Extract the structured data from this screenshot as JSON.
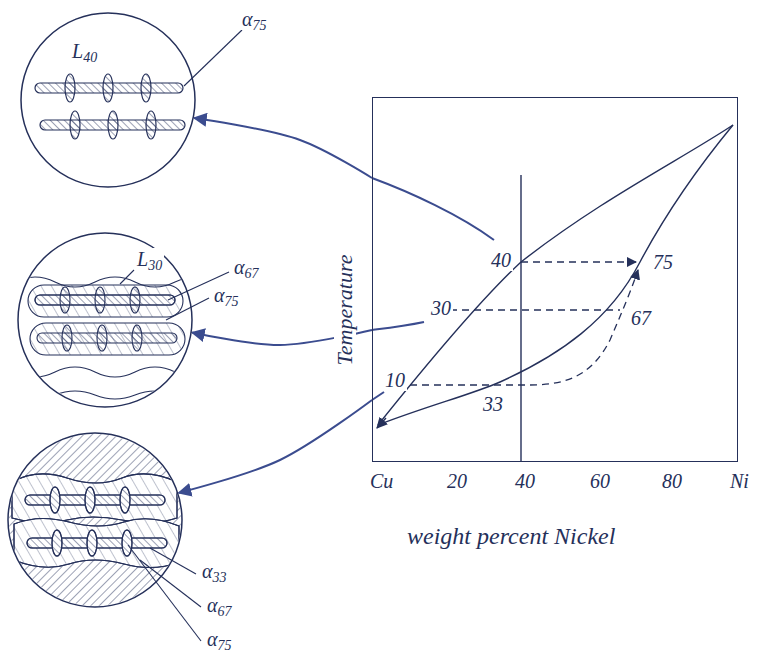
{
  "diagram": {
    "nodes": [
      {
        "text": [
          "40",
          "75",
          "30",
          "67",
          "10",
          "33"
        ]
      },
      {
        "text": [
          "L40",
          "α75"
        ]
      },
      {
        "text": [
          "L30",
          "α67",
          "α75"
        ]
      },
      {
        "text": [
          "α33",
          "α67",
          "α75"
        ]
      }
    ],
    "edges": [
      {
        "from": 0,
        "to": 1,
        "arrow": "to"
      },
      {
        "from": 0,
        "to": 2,
        "arrow": "to"
      },
      {
        "from": 0,
        "to": 3,
        "arrow": "to"
      }
    ],
    "labels": [
      "Temperature",
      "Cu",
      "20",
      "40",
      "60",
      "80",
      "Ni",
      "weight percent Nickel"
    ]
  }
}
